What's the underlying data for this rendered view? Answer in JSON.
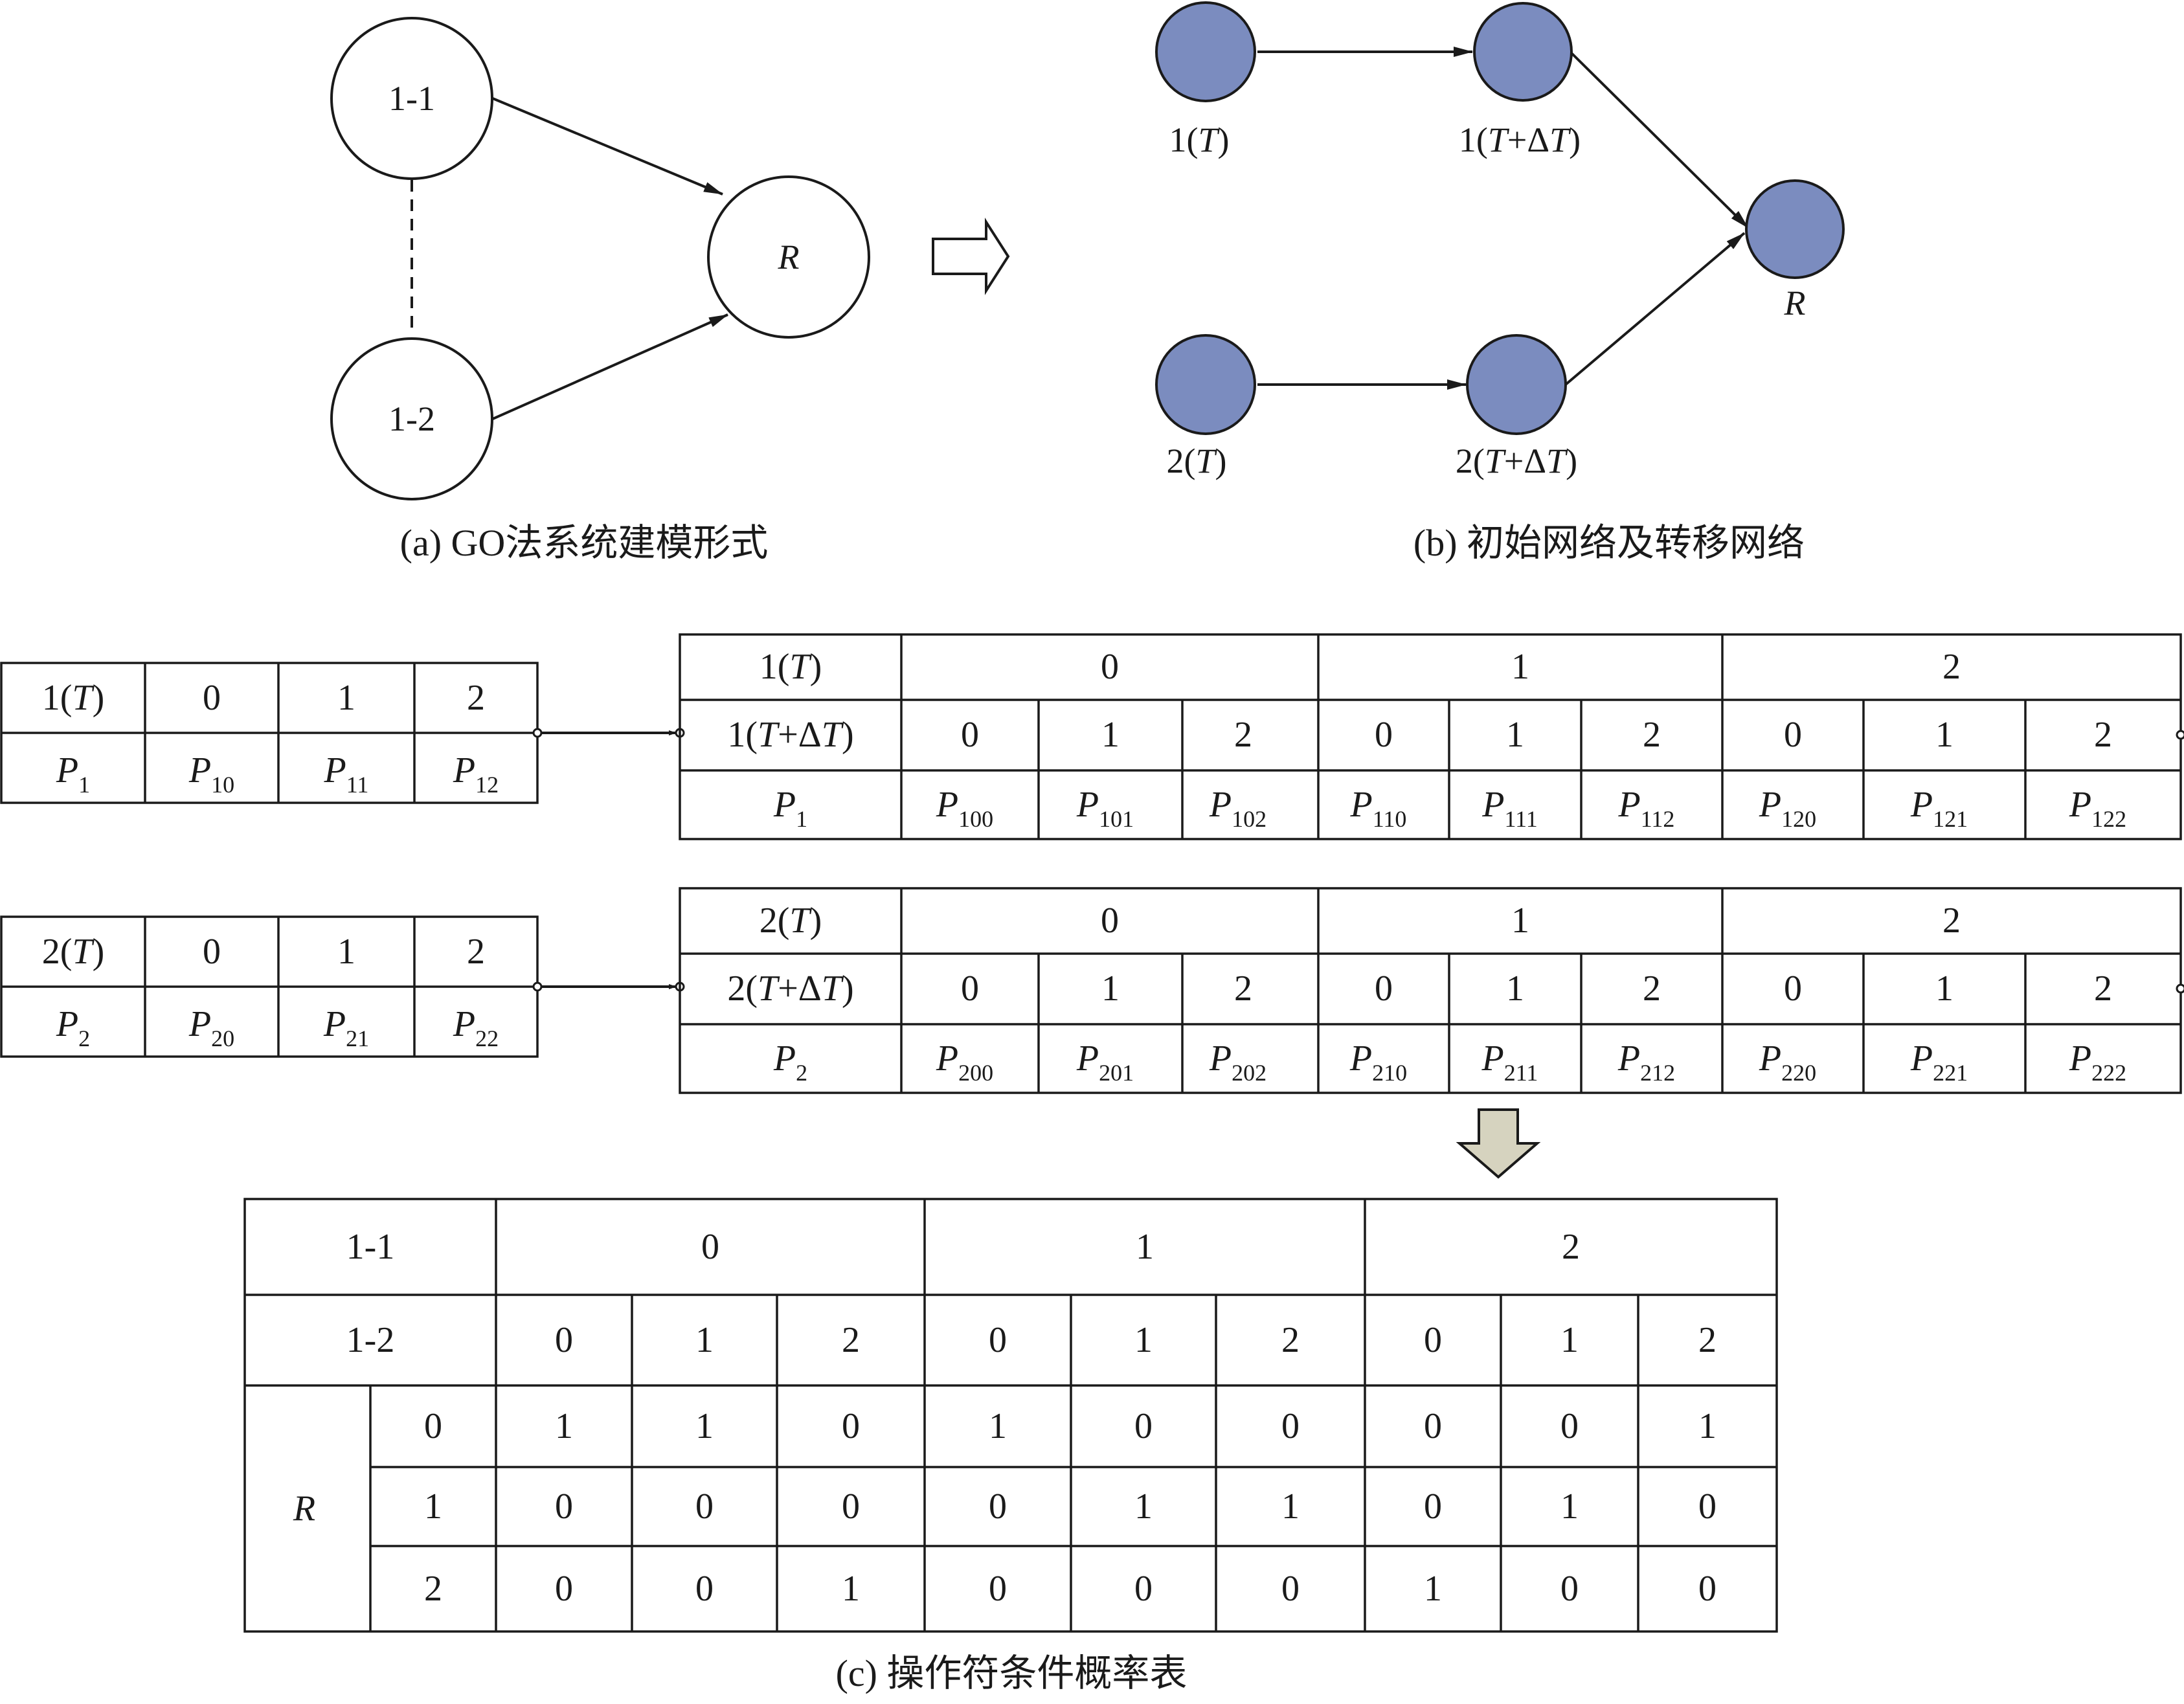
{
  "colors": {
    "node_fill": "#7b8cbf",
    "down_arrow_fill": "#d6d3bf",
    "ink": "#1a1a1a"
  },
  "captions": {
    "a": "(a) GO法系统建模形式",
    "b": "(b) 初始网络及转移网络",
    "c": "(c) 操作符条件概率表"
  },
  "diagram_a": {
    "nodes": [
      "1-1",
      "1-2",
      "R"
    ]
  },
  "diagram_b": {
    "nodes": {
      "n1t": {
        "pre": "1(",
        "it": "T",
        "post": ")"
      },
      "n1dt": {
        "pre": "1(",
        "it": "T",
        "mid": "+Δ",
        "it2": "T",
        "post": ")"
      },
      "n2t": {
        "pre": "2(",
        "it": "T",
        "post": ")"
      },
      "n2dt": {
        "pre": "2(",
        "it": "T",
        "mid": "+Δ",
        "it2": "T",
        "post": ")"
      },
      "r": "R"
    }
  },
  "small_tables": [
    {
      "head": {
        "pre": "1(",
        "it": "T",
        "post": ")"
      },
      "states": [
        "0",
        "1",
        "2"
      ],
      "prob_sym": "P",
      "row_sub": "1",
      "subs": [
        "10",
        "11",
        "12"
      ]
    },
    {
      "head": {
        "pre": "2(",
        "it": "T",
        "post": ")"
      },
      "states": [
        "0",
        "1",
        "2"
      ],
      "prob_sym": "P",
      "row_sub": "2",
      "subs": [
        "20",
        "21",
        "22"
      ]
    }
  ],
  "big_tables": [
    {
      "row1_head": {
        "pre": "1(",
        "it": "T",
        "post": ")"
      },
      "row2_head": {
        "pre": "1(",
        "it": "T",
        "mid": "+Δ",
        "it2": "T",
        "post": ")"
      },
      "groups": [
        "0",
        "1",
        "2"
      ],
      "states": [
        "0",
        "1",
        "2",
        "0",
        "1",
        "2",
        "0",
        "1",
        "2"
      ],
      "prob_sym": "P",
      "row_sub": "1",
      "subs": [
        "100",
        "101",
        "102",
        "110",
        "111",
        "112",
        "120",
        "121",
        "122"
      ]
    },
    {
      "row1_head": {
        "pre": "2(",
        "it": "T",
        "post": ")"
      },
      "row2_head": {
        "pre": "2(",
        "it": "T",
        "mid": "+Δ",
        "it2": "T",
        "post": ")"
      },
      "groups": [
        "0",
        "1",
        "2"
      ],
      "states": [
        "0",
        "1",
        "2",
        "0",
        "1",
        "2",
        "0",
        "1",
        "2"
      ],
      "prob_sym": "P",
      "row_sub": "2",
      "subs": [
        "200",
        "201",
        "202",
        "210",
        "211",
        "212",
        "220",
        "221",
        "222"
      ]
    }
  ],
  "operator_table": {
    "row1_head": "1-1",
    "row2_head": "1-2",
    "r_label": "R",
    "groups": [
      "0",
      "1",
      "2"
    ],
    "states": [
      "0",
      "1",
      "2",
      "0",
      "1",
      "2",
      "0",
      "1",
      "2"
    ],
    "r_states": [
      "0",
      "1",
      "2"
    ],
    "matrix": [
      [
        "1",
        "1",
        "0",
        "1",
        "0",
        "0",
        "0",
        "0",
        "1"
      ],
      [
        "0",
        "0",
        "0",
        "0",
        "1",
        "1",
        "0",
        "1",
        "0"
      ],
      [
        "0",
        "0",
        "1",
        "0",
        "0",
        "0",
        "1",
        "0",
        "0"
      ]
    ]
  }
}
